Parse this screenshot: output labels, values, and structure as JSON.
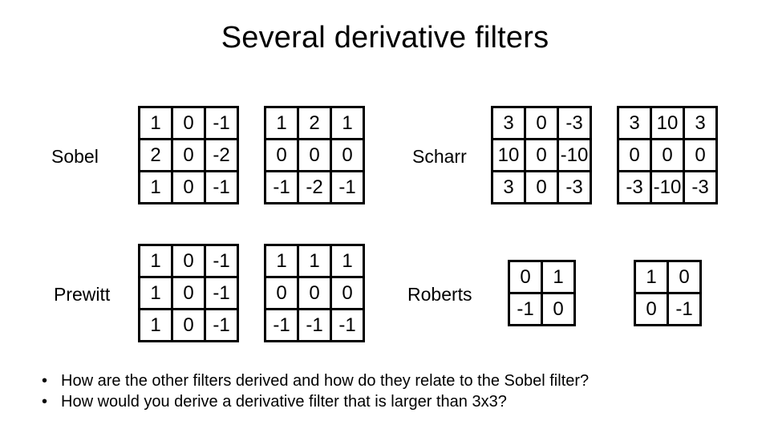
{
  "title": "Several derivative filters",
  "bullet_glyph": "•",
  "filters": {
    "sobel": {
      "label": "Sobel",
      "kernel_x": [
        [
          1,
          0,
          -1
        ],
        [
          2,
          0,
          -2
        ],
        [
          1,
          0,
          -1
        ]
      ],
      "kernel_y": [
        [
          1,
          2,
          1
        ],
        [
          0,
          0,
          0
        ],
        [
          -1,
          -2,
          -1
        ]
      ]
    },
    "scharr": {
      "label": "Scharr",
      "kernel_x": [
        [
          3,
          0,
          -3
        ],
        [
          10,
          0,
          -10
        ],
        [
          3,
          0,
          -3
        ]
      ],
      "kernel_y": [
        [
          3,
          10,
          3
        ],
        [
          0,
          0,
          0
        ],
        [
          -3,
          -10,
          -3
        ]
      ]
    },
    "prewitt": {
      "label": "Prewitt",
      "kernel_x": [
        [
          1,
          0,
          -1
        ],
        [
          1,
          0,
          -1
        ],
        [
          1,
          0,
          -1
        ]
      ],
      "kernel_y": [
        [
          1,
          1,
          1
        ],
        [
          0,
          0,
          0
        ],
        [
          -1,
          -1,
          -1
        ]
      ]
    },
    "roberts": {
      "label": "Roberts",
      "kernel_a": [
        [
          0,
          1
        ],
        [
          -1,
          0
        ]
      ],
      "kernel_b": [
        [
          1,
          0
        ],
        [
          0,
          -1
        ]
      ]
    }
  },
  "bullets": [
    "How are the other filters derived and how do they relate to the Sobel filter?",
    "How would you derive a derivative filter that is larger than 3x3?"
  ],
  "colors": {
    "background": "#ffffff",
    "text": "#000000",
    "grid": "#000000"
  }
}
